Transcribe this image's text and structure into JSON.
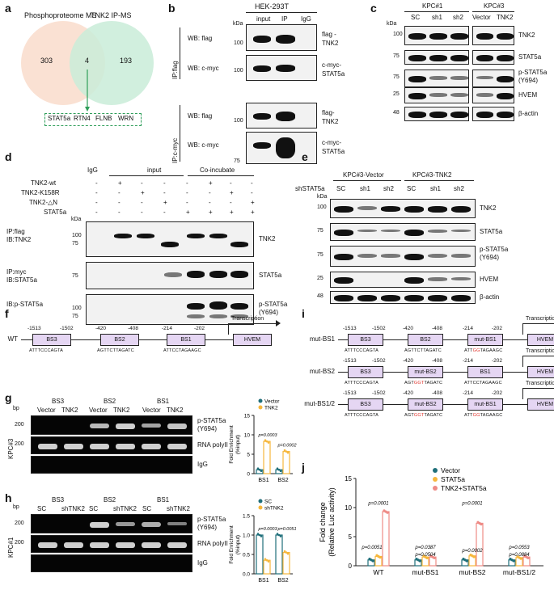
{
  "panels": {
    "a": "a",
    "b": "b",
    "c": "c",
    "d": "d",
    "e": "e",
    "f": "f",
    "g": "g",
    "h": "h",
    "i": "i",
    "j": "j"
  },
  "a": {
    "left_label": "Phosphoproteome MS",
    "right_label": "TNK2 IP-MS",
    "left_count": "303",
    "overlap_count": "4",
    "right_count": "193",
    "overlap_items": [
      "STAT5a",
      "RTN4",
      "FLNB",
      "WRN"
    ],
    "colors": {
      "left": "#f9dccb",
      "right": "#c9ecd8",
      "arrow": "#2f9e5a"
    }
  },
  "b": {
    "cell_line": "HEK-293T",
    "columns": [
      "input",
      "IP",
      "IgG"
    ],
    "kda": "kDa",
    "ip_flag": "IP:flag",
    "ip_myc": "IP:c-myc",
    "rows": [
      {
        "wb": "WB: flag",
        "label": "flag-\nTNK2",
        "marker": "100"
      },
      {
        "wb": "WB: c-myc",
        "label": "c-myc-\nSTAT5a",
        "marker": "100"
      },
      {
        "wb": "WB: flag",
        "label": "flag-\nTNK2",
        "marker": "100"
      },
      {
        "wb": "WB: c-myc",
        "label": "c-myc-\nSTAT5a",
        "marker": "75"
      }
    ]
  },
  "c": {
    "group1": "KPC#1",
    "group2": "KPC#3",
    "lanes1": [
      "SC",
      "sh1",
      "sh2"
    ],
    "lanes2": [
      "Vector",
      "TNK2"
    ],
    "kda": "kDa",
    "rows": [
      {
        "marker": "100",
        "label": "TNK2"
      },
      {
        "marker": "75",
        "label": "STAT5a"
      },
      {
        "marker": "75",
        "label": "p-STAT5a\n(Y694)"
      },
      {
        "marker": "25",
        "label": "HVEM"
      },
      {
        "marker": "48",
        "label": "β-actin"
      }
    ]
  },
  "d": {
    "igg": "IgG",
    "input": "input",
    "coinc": "Co-incubate",
    "conditions": [
      {
        "name": "TNK2-wt",
        "signs": [
          "-",
          "+",
          "-",
          "-",
          "-",
          "+",
          "-",
          "-"
        ]
      },
      {
        "name": "TNK2-K158R",
        "signs": [
          "-",
          "-",
          "+",
          "-",
          "-",
          "-",
          "+",
          "-"
        ]
      },
      {
        "name": "TNK2-△N",
        "signs": [
          "-",
          "-",
          "-",
          "+",
          "-",
          "-",
          "-",
          "+"
        ]
      },
      {
        "name": "STAT5a",
        "signs": [
          "-",
          "-",
          "-",
          "-",
          "+",
          "+",
          "+",
          "+"
        ]
      }
    ],
    "kda": "kDa",
    "blots": [
      {
        "ip": "IP:flag\nIB:TNK2",
        "markers": [
          "100",
          "75"
        ],
        "label": "TNK2"
      },
      {
        "ip": "IP:myc\nIB:STAT5a",
        "markers": [
          "75"
        ],
        "label": "STAT5a"
      },
      {
        "ip": "IB:p-STAT5a",
        "markers": [
          "100",
          "75"
        ],
        "label": "p-STAT5a\n(Y694)"
      }
    ]
  },
  "e": {
    "group1": "KPC#3-Vector",
    "group2": "KPC#3-TNK2",
    "row_label": "shSTAT5a",
    "lanes": [
      "SC",
      "sh1",
      "sh2",
      "SC",
      "sh1",
      "sh2"
    ],
    "kda": "kDa",
    "rows": [
      {
        "marker": "100",
        "label": "TNK2"
      },
      {
        "marker": "75",
        "label": "STAT5a"
      },
      {
        "marker": "75",
        "label": "p-STAT5a\n(Y694)"
      },
      {
        "marker": "25",
        "label": "HVEM"
      },
      {
        "marker": "48",
        "label": "β-actin"
      }
    ]
  },
  "f": {
    "wt": "WT",
    "positions": [
      "-1513",
      "-1502",
      "-420",
      "-408",
      "-214",
      "-202"
    ],
    "boxes": [
      "BS3",
      "BS2",
      "BS1",
      "HVEM"
    ],
    "seqs": [
      "ATTTCCCAGTA",
      "AGTTCTTAGATC",
      "ATTCCTAGAAGC"
    ],
    "transcription": "Transcription"
  },
  "g": {
    "groups": [
      "BS3",
      "BS2",
      "BS1"
    ],
    "lanes": [
      "Vector",
      "TNK2",
      "Vector",
      "TNK2",
      "Vector",
      "TNK2"
    ],
    "bp": "bp",
    "markers": [
      "200",
      "200"
    ],
    "rows": [
      "p-STAT5a\n(Y694)",
      "RNA polyII",
      "IgG"
    ],
    "side": "KPC#3",
    "legend": [
      "Vector",
      "TNK2"
    ],
    "ylabel": "Fold Enrichment\n(%input)",
    "xcats": [
      "BS1",
      "BS2"
    ],
    "pvals": [
      "p=0.0003",
      "p=0.0002"
    ]
  },
  "h": {
    "groups": [
      "BS3",
      "BS2",
      "BS1"
    ],
    "lanes": [
      "SC",
      "shTNK2",
      "SC",
      "shTNK2",
      "SC",
      "shTNK2"
    ],
    "bp": "bp",
    "markers": [
      "200",
      "200"
    ],
    "rows": [
      "p-STAT5a\n(Y694)",
      "RNA polyII",
      "IgG"
    ],
    "side": "KPC#1",
    "legend": [
      "SC",
      "shTNK2"
    ],
    "ylabel": "Fold Enrichment\n(%input)",
    "xcats": [
      "BS1",
      "BS2"
    ],
    "pvals": [
      "p=0.0003",
      "p=0.0051"
    ]
  },
  "i": {
    "constructs": [
      {
        "name": "mut-BS1",
        "boxes": [
          "BS3",
          "BS2",
          "mut-BS1",
          "HVEM"
        ],
        "seqs": [
          [
            "ATTTCCCAGTA",
            ""
          ],
          [
            "AGTTCTTAGATC",
            ""
          ],
          [
            "ATT",
            "GG",
            "TAGAAGC"
          ]
        ]
      },
      {
        "name": "mut-BS2",
        "boxes": [
          "BS3",
          "mut-BS2",
          "BS1",
          "HVEM"
        ],
        "seqs": [
          [
            "ATTTCCCAGTA",
            ""
          ],
          [
            "AGT",
            "GGT",
            "TAGATC"
          ],
          [
            "ATTCCTAGAAGC",
            ""
          ]
        ]
      },
      {
        "name": "mut-BS1/2",
        "boxes": [
          "BS3",
          "mut-BS2",
          "mut-BS1",
          "HVEM"
        ],
        "seqs": [
          [
            "ATTTCCCAGTA",
            ""
          ],
          [
            "AGT",
            "GGT",
            "TAGATC"
          ],
          [
            "ATT",
            "GG",
            "TAGAAGC"
          ]
        ]
      }
    ],
    "positions": [
      "-1513",
      "-1502",
      "-420",
      "-408",
      "-214",
      "-202"
    ],
    "transcription": "Transcription"
  },
  "chart_data": [
    {
      "type": "bar",
      "panel": "g",
      "categories": [
        "BS1",
        "BS2"
      ],
      "series": [
        {
          "name": "Vector",
          "values": [
            1,
            1
          ]
        },
        {
          "name": "TNK2",
          "values": [
            8.3,
            5.7
          ]
        }
      ],
      "ylabel": "Fold Enrichment (%input)",
      "ylim": [
        0,
        15
      ],
      "yticks": [
        0,
        5,
        10,
        15
      ],
      "annotations": [
        "p=0.0003",
        "p=0.0002"
      ]
    },
    {
      "type": "bar",
      "panel": "h",
      "categories": [
        "BS1",
        "BS2"
      ],
      "series": [
        {
          "name": "SC",
          "values": [
            1,
            1
          ]
        },
        {
          "name": "shTNK2",
          "values": [
            0.35,
            0.55
          ]
        }
      ],
      "ylabel": "Fold Enrichment (%input)",
      "ylim": [
        0,
        1.5
      ],
      "yticks": [
        0,
        0.5,
        1.0,
        1.5
      ],
      "annotations": [
        "p=0.0003",
        "p=0.0051"
      ]
    },
    {
      "type": "bar",
      "panel": "j",
      "categories": [
        "WT",
        "mut-BS1",
        "mut-BS2",
        "mut-BS1/2"
      ],
      "series": [
        {
          "name": "Vector",
          "values": [
            1,
            1,
            1,
            1
          ]
        },
        {
          "name": "STAT5a",
          "values": [
            1.6,
            1.5,
            1.7,
            1.4
          ]
        },
        {
          "name": "TNK2+STAT5a",
          "values": [
            9.3,
            1.5,
            7.3,
            1.5
          ]
        }
      ],
      "ylabel": "Fold change (Relative Luc activity)",
      "ylim": [
        0,
        15
      ],
      "yticks": [
        0,
        5,
        10,
        15
      ],
      "annotations": [
        "p=0.0001",
        "p=0.0051",
        "p=0.0387",
        "p=0.0504",
        "p=0.0001",
        "p=0.0002",
        "p=0.0553",
        "p=0.0884"
      ],
      "colors": [
        "#1f6f7a",
        "#f6b73c",
        "#ee8b86"
      ]
    }
  ]
}
